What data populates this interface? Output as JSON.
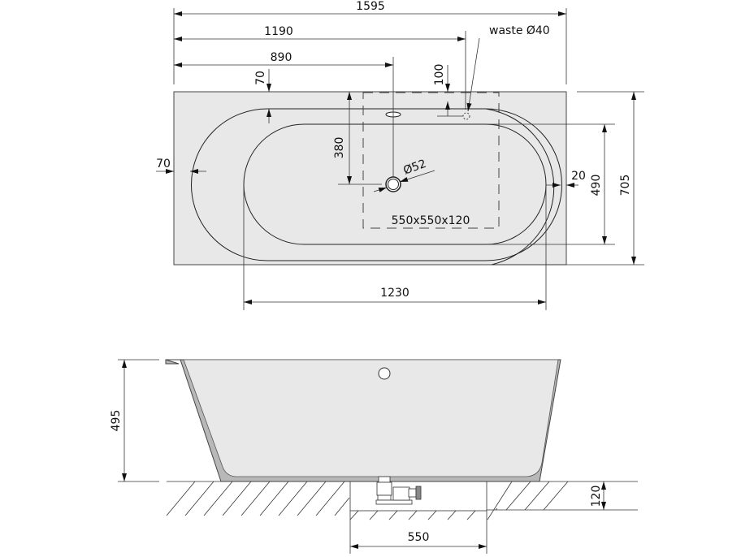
{
  "top_view": {
    "dim_total_length": "1595",
    "dim_waste_position": "1190",
    "dim_drain_position": "890",
    "dim_rim_top": "70",
    "dim_waste_offset": "100",
    "waste_label": "waste Ø40",
    "dim_rim_left": "70",
    "dim_drain_offset": "380",
    "drain_diameter": "Ø52",
    "dim_rim_right": "20",
    "dim_inner_width": "490",
    "dim_total_width": "705",
    "recess_size": "550x550x120",
    "dim_inner_length": "1230"
  },
  "side_view": {
    "dim_height": "495",
    "dim_recess_depth": "120",
    "dim_recess_width": "550"
  },
  "colors": {
    "fill": "#e8e8e8",
    "shell": "#b8b8b8",
    "line": "#222222"
  }
}
